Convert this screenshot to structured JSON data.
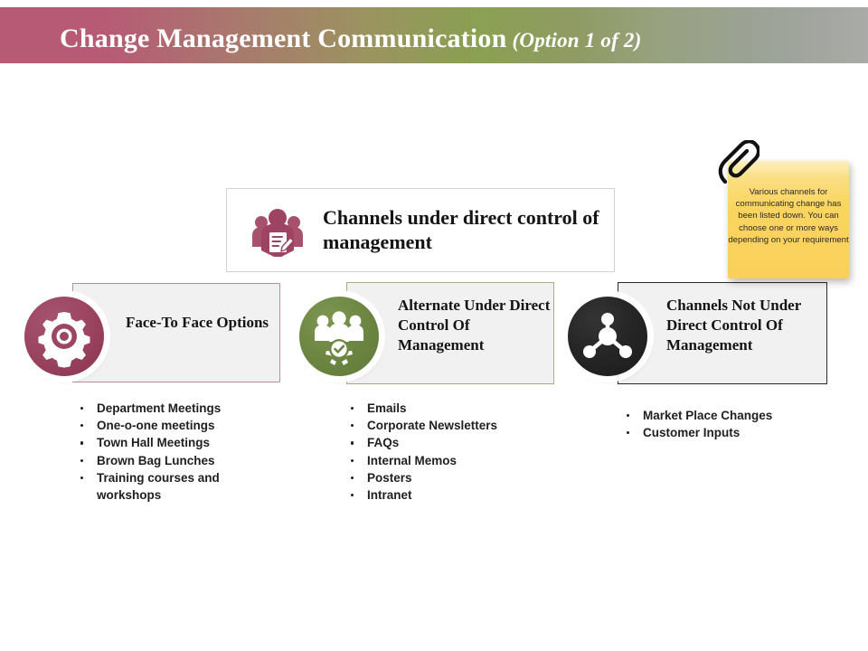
{
  "banner": {
    "title": "Change Management Communication",
    "subtitle": "(Option 1 of 2)",
    "gradient_start": "#b75a75",
    "gradient_mid": "#8aa052",
    "gradient_end": "#aaaba8"
  },
  "master": {
    "title": "Channels under direct control of management",
    "icon": "people-document-icon",
    "icon_color": "#a8516c"
  },
  "cards": [
    {
      "title": "Face-To Face Options",
      "icon": "gear-icon",
      "color": "#9c4662",
      "border_color": "#c08ba0",
      "items": [
        "Department Meetings",
        "One-o-one meetings",
        "Town Hall Meetings",
        "Brown Bag Lunches",
        "Training  courses and workshops"
      ]
    },
    {
      "title": "Alternate Under Direct Control Of Management",
      "icon": "people-check-icon",
      "color": "#6e8843",
      "border_color": "#a5ad82",
      "items": [
        "Emails",
        "Corporate Newsletters",
        "FAQs",
        "Internal Memos",
        "Posters",
        "Intranet"
      ]
    },
    {
      "title": "Channels Not Under Direct Control Of Management",
      "icon": "network-nodes-icon",
      "color": "#262626",
      "border_color": "#2b2b2b",
      "items": [
        "Market Place Changes",
        "Customer Inputs"
      ]
    }
  ],
  "note": {
    "text": "Various channels for communicating change has been listed down. You can choose one or more ways depending on your requirement",
    "color": "#fbd561",
    "clip_icon": "paperclip-icon"
  }
}
